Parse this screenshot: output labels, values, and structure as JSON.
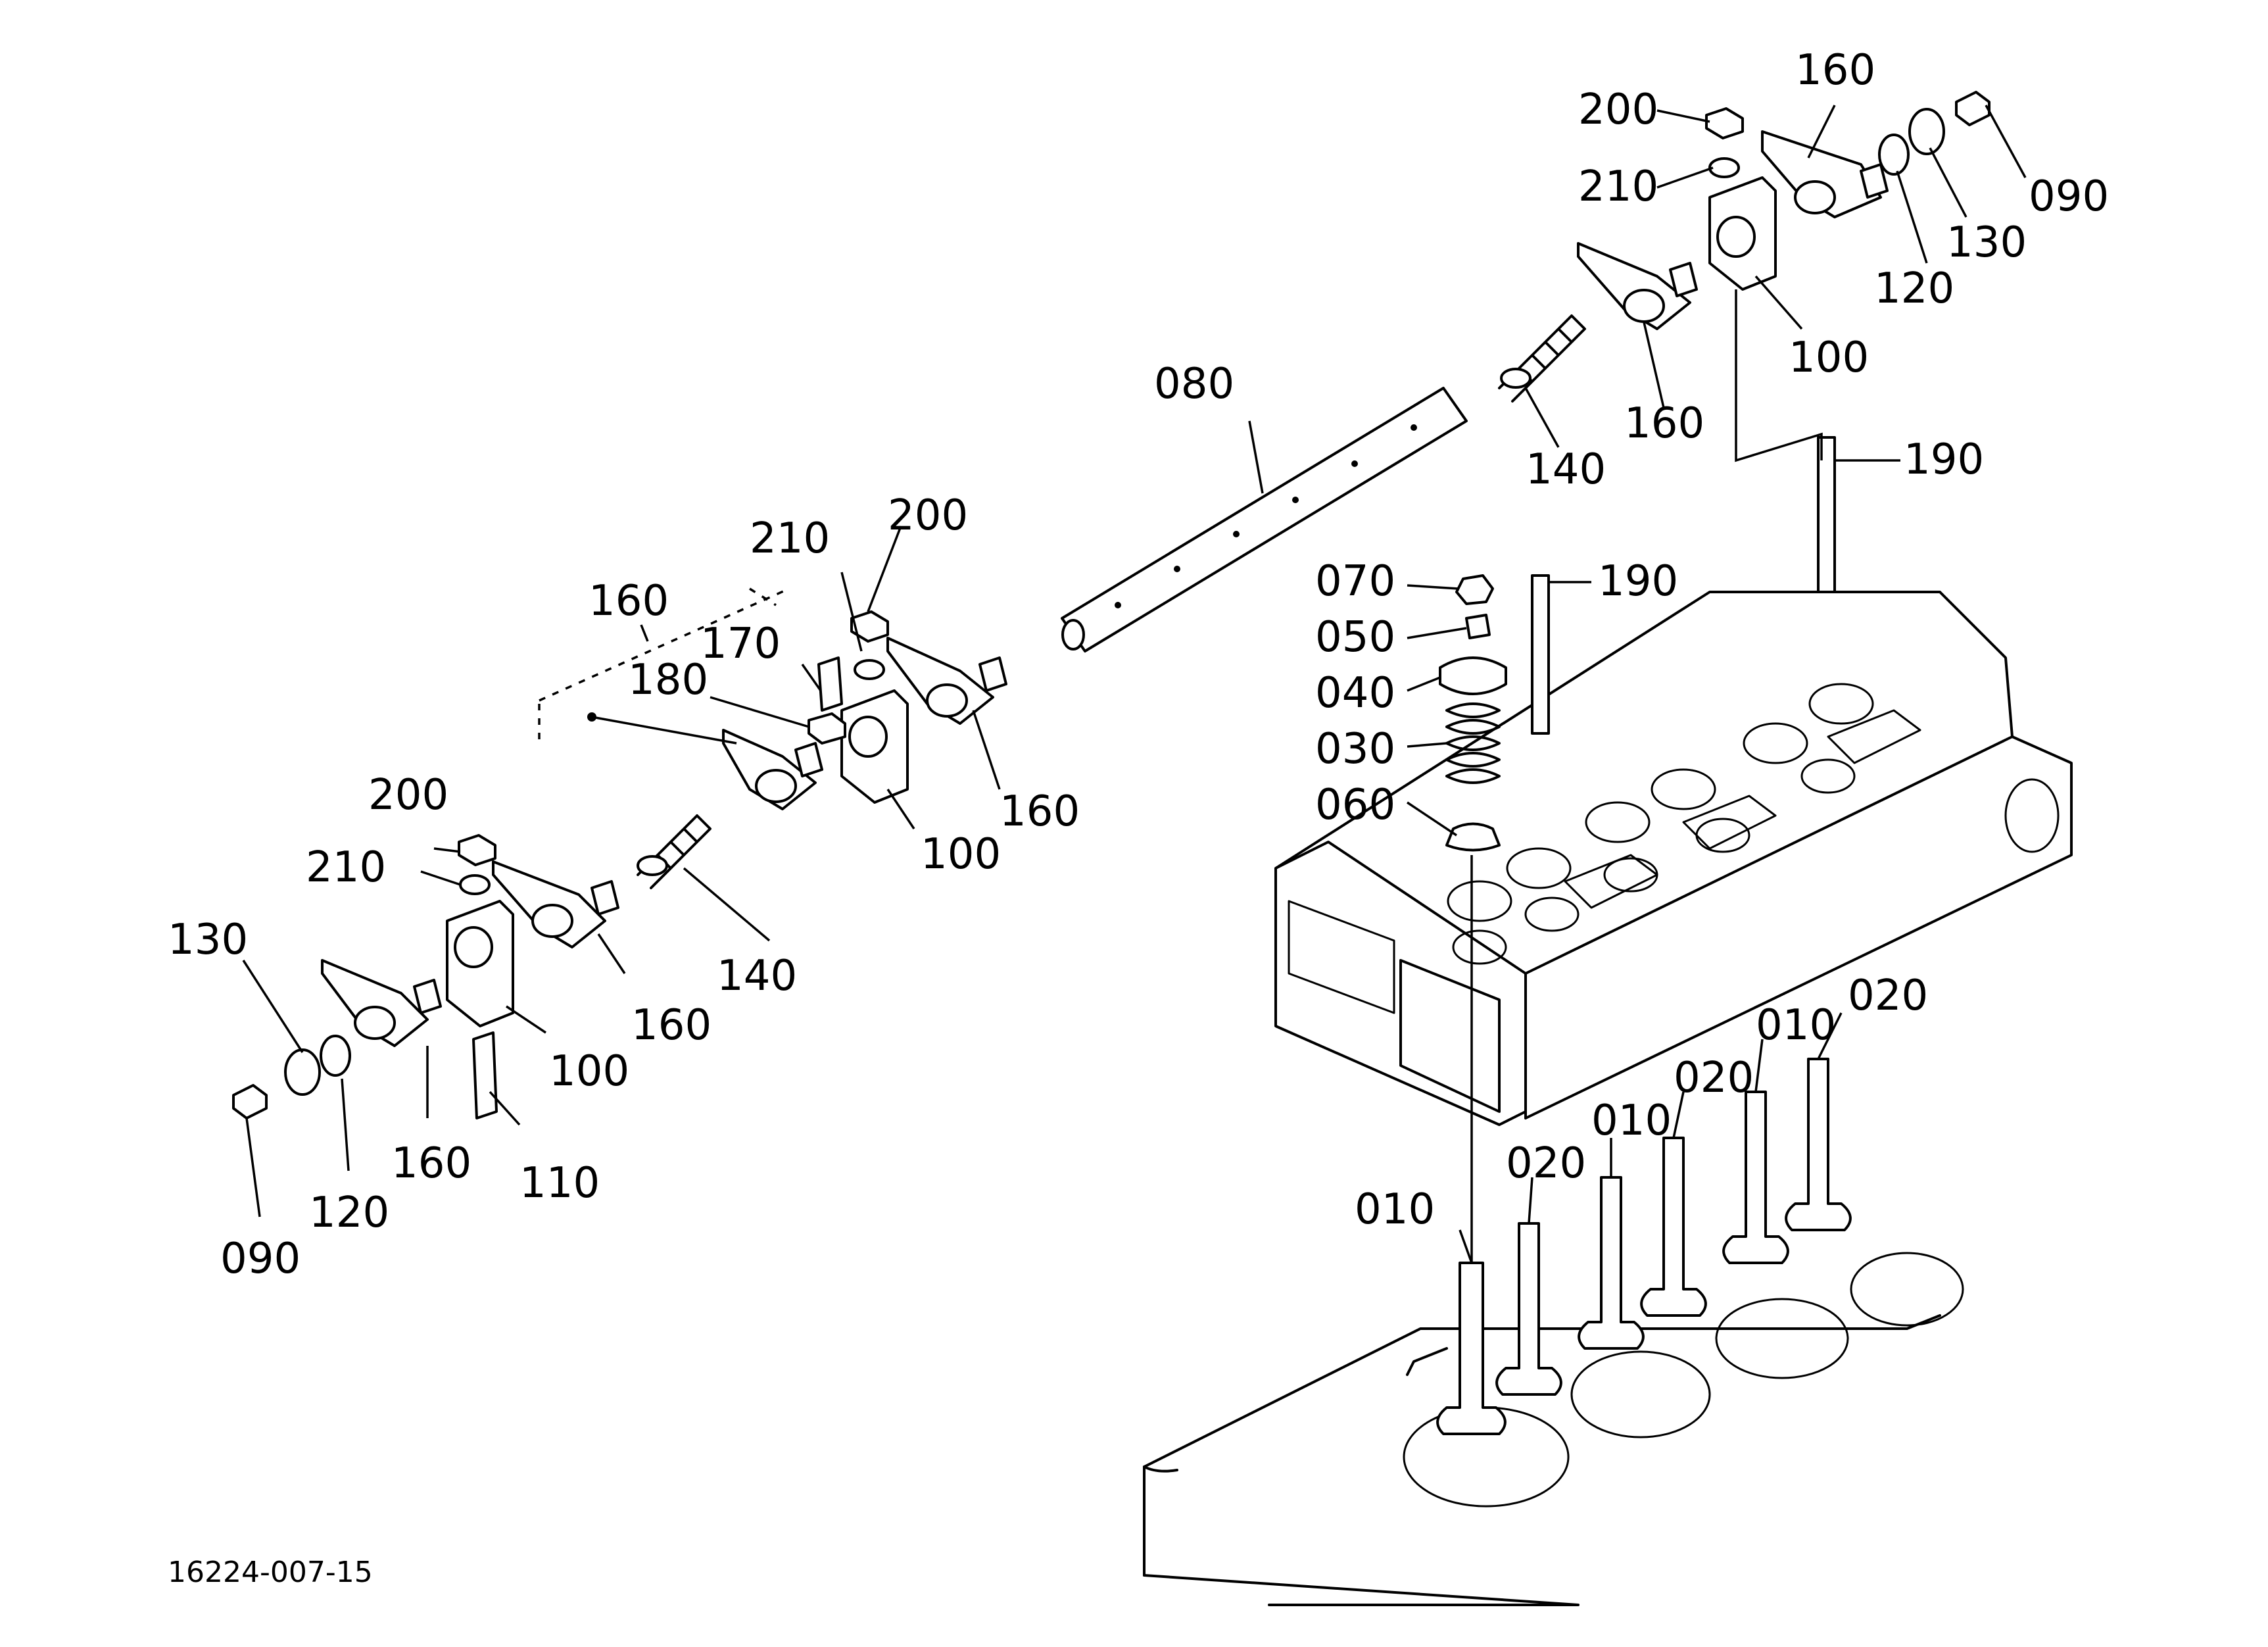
{
  "diagram": {
    "drawing_number": "16224-007-15",
    "callouts": {
      "c200_top": "200",
      "c160_top": "160",
      "c210_top": "210",
      "c090_right": "090",
      "c130_right": "130",
      "c120_right": "120",
      "c100_right": "100",
      "c080": "080",
      "c160_upper": "160",
      "c140_upper": "140",
      "c190_right": "190",
      "c210_mid": "210",
      "c200_mid": "200",
      "c160_bracket": "160",
      "c170": "170",
      "c180": "180",
      "c160_mid": "160",
      "c100_mid": "100",
      "c070": "070",
      "c190_mid": "190",
      "c050": "050",
      "c040": "040",
      "c030": "030",
      "c060": "060",
      "c200_left": "200",
      "c210_left": "210",
      "c140_left": "140",
      "c130_left": "130",
      "c160_left_mid": "160",
      "c100_left": "100",
      "c160_left": "160",
      "c120_left": "120",
      "c110": "110",
      "c090_left": "090",
      "c020_a": "020",
      "c010_a": "010",
      "c020_b": "020",
      "c010_b": "010",
      "c020_c": "020",
      "c010_c": "010"
    }
  }
}
